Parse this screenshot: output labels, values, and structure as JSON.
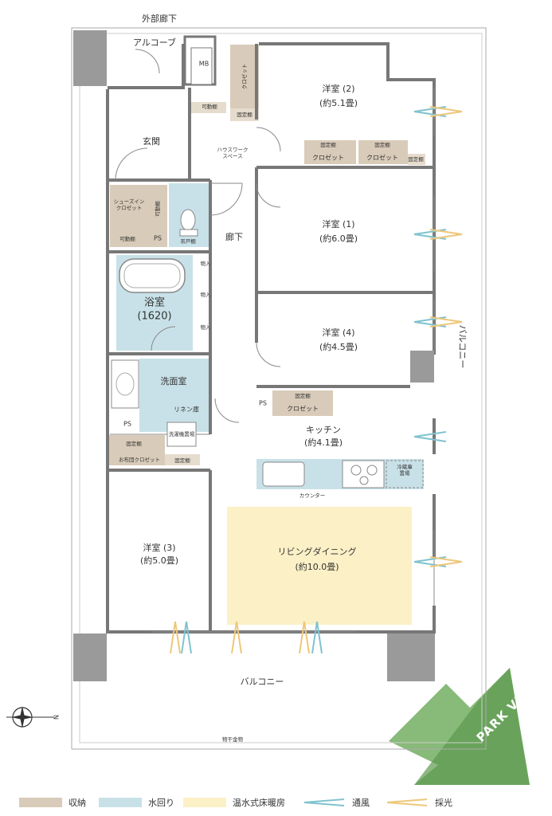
{
  "colors": {
    "storage": "#d9cbb9",
    "water": "#c8e1e8",
    "floor_heating": "#fbf0c6",
    "ventilation": "#7fc3cf",
    "daylight": "#eec77a",
    "wall": "#9a9a9a",
    "green": "#7bb36b"
  },
  "corridor": {
    "label": "外部廊下",
    "alcove": "アルコーブ",
    "mb": "MB"
  },
  "rooms": {
    "western2": {
      "name": "洋室 (2)",
      "size": "(約5.1畳)"
    },
    "western1": {
      "name": "洋室 (1)",
      "size": "(約6.0畳)"
    },
    "western4": {
      "name": "洋室 (4)",
      "size": "(約4.5畳)"
    },
    "western3": {
      "name": "洋室 (3)",
      "size": "(約5.0畳)"
    },
    "kitchen": {
      "name": "キッチン",
      "size": "(約4.1畳)"
    },
    "living": {
      "name": "リビングダイニング",
      "size": "(約10.0畳)"
    },
    "bath": {
      "name": "浴室",
      "size": "(1620)"
    },
    "washroom": {
      "name": "洗面室"
    },
    "entrance": {
      "name": "玄関"
    },
    "hallway": {
      "name": "廊下"
    }
  },
  "storage": {
    "closet": "クロゼット",
    "fixed_shelf": "固定棚",
    "movable_shelf": "可動棚",
    "shoes_in": "シューズイン\nクロゼット",
    "movable_v": "可動棚",
    "futon": "お布団クロゼット",
    "storage_ch": "物入",
    "linen": "リネン庫",
    "wash_place": "洗濯機置場"
  },
  "fixtures": {
    "ps": "PS",
    "hanger": "吊戸棚",
    "housework": "ハウスワーク\nスペース",
    "counter": "カウンター",
    "fridge": "冷蔵庫\n置場",
    "laundry_hardware": "物干金物"
  },
  "balcony": {
    "south": "バルコニー",
    "east": "バルコニー"
  },
  "brand": {
    "park_view": "PARK VIEW"
  },
  "compass": {
    "north": "N"
  },
  "legend": {
    "storage": "収納",
    "water": "水回り",
    "floor_heating": "温水式床暖房",
    "ventilation": "通風",
    "daylight": "採光"
  }
}
